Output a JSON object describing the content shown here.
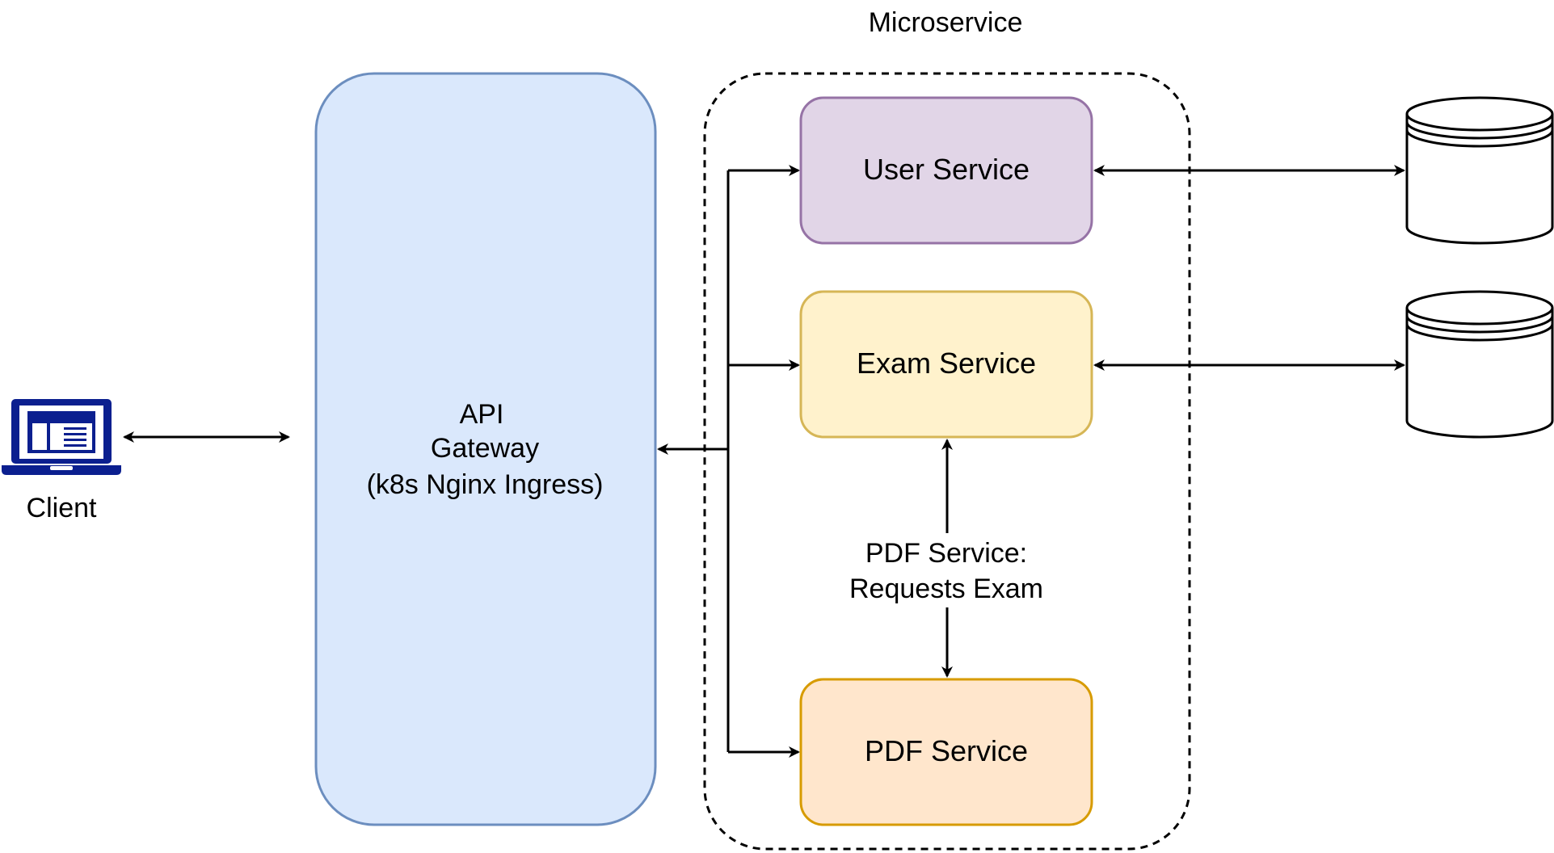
{
  "title": "Microservice",
  "client": {
    "label": "Client",
    "icon": "laptop-icon",
    "color": "#0b1f8f"
  },
  "gateway": {
    "lines": [
      "API",
      "Gateway",
      "(k8s Nginx Ingress)"
    ],
    "fill": "#dae8fc",
    "stroke": "#6c8ebf"
  },
  "services": {
    "user": {
      "label": "User Service",
      "fill": "#e1d5e7",
      "stroke": "#9673a6"
    },
    "exam": {
      "label": "Exam Service",
      "fill": "#fff2cc",
      "stroke": "#d6b656"
    },
    "pdf": {
      "label": "PDF Service",
      "fill": "#ffe6cc",
      "stroke": "#d79b00"
    }
  },
  "edge_label": {
    "lines": [
      "PDF Service:",
      "Requests Exam"
    ]
  },
  "databases": [
    {
      "icon": "database-icon"
    },
    {
      "icon": "database-icon"
    }
  ]
}
